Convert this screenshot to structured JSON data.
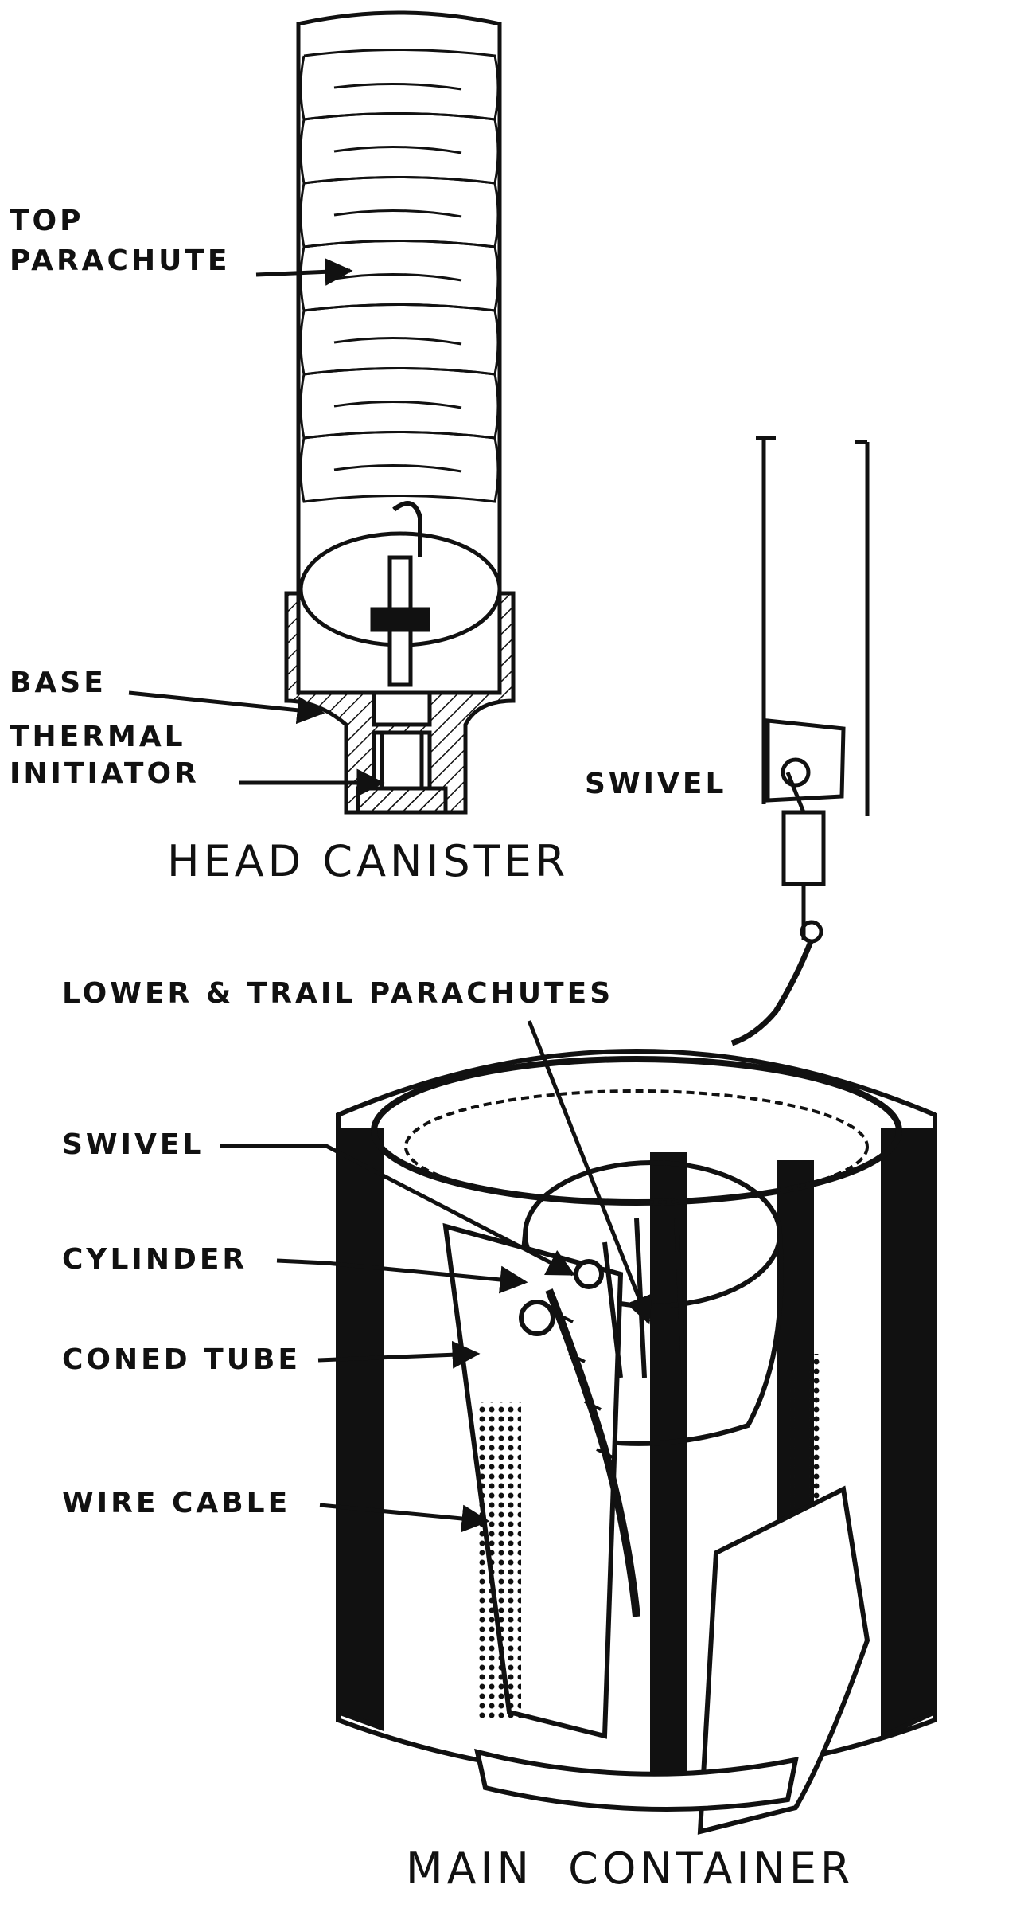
{
  "labels": {
    "top_parachute_line1": "TOP",
    "top_parachute_line2": "PARACHUTE",
    "base": "BASE",
    "thermal_initiator_line1": "THERMAL",
    "thermal_initiator_line2": "INITIATOR",
    "swivel_upper": "SWIVEL",
    "lower_trail_parachutes": "LOWER & TRAIL PARACHUTES",
    "swivel_lower": "SWIVEL",
    "cylinder": "CYLINDER",
    "coned_tube": "CONED TUBE",
    "wire_cable": "WIRE CABLE"
  },
  "captions": {
    "head_canister": "HEAD CANISTER",
    "main_container": "MAIN  CONTAINER"
  },
  "colors": {
    "ink": "#111111",
    "paper": "#ffffff"
  }
}
